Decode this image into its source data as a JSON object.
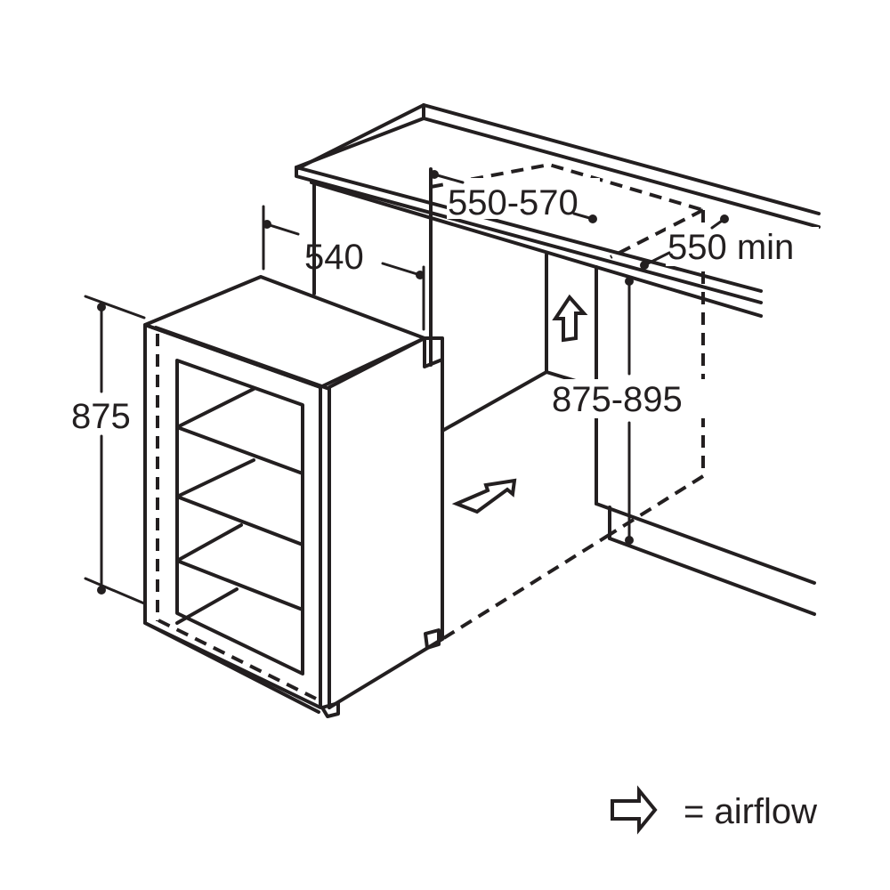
{
  "diagram": {
    "type": "installation-dimensions",
    "subject": "under-counter wine cooler",
    "units": "mm",
    "colors": {
      "line": "#231f20",
      "background": "#ffffff"
    },
    "dimensions": {
      "appliance_height": "875",
      "appliance_depth": "540",
      "niche_width": "550-570",
      "niche_depth": "550 min",
      "niche_height": "875-895"
    },
    "airflow_arrows": [
      "airflow-up-arrow",
      "airflow-in-arrow"
    ],
    "legend": {
      "icon": "airflow-arrow-icon",
      "label": "= airflow"
    }
  }
}
